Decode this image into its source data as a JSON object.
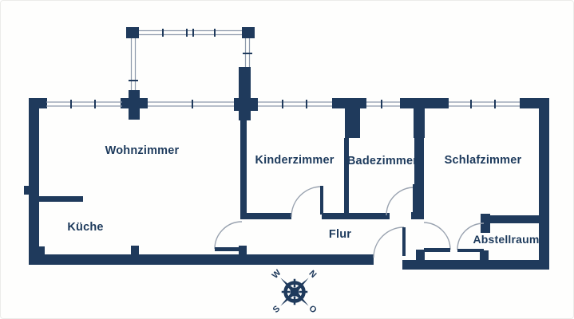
{
  "rooms": [
    {
      "name": "Wohnzimmer"
    },
    {
      "name": "Kinderzimmer"
    },
    {
      "name": "Badezimmer"
    },
    {
      "name": "Schlafzimmer"
    },
    {
      "name": "Küche"
    },
    {
      "name": "Flur"
    },
    {
      "name": "Abstellraum"
    }
  ],
  "compass": {
    "west": "W",
    "north": "N",
    "south": "S",
    "east": "O"
  },
  "colors": {
    "wall": "#1f3a5c",
    "text": "#1d3a5c",
    "window_line": "#8d99ab",
    "door_arc": "#9aa3b0",
    "background": "#ffffff"
  }
}
